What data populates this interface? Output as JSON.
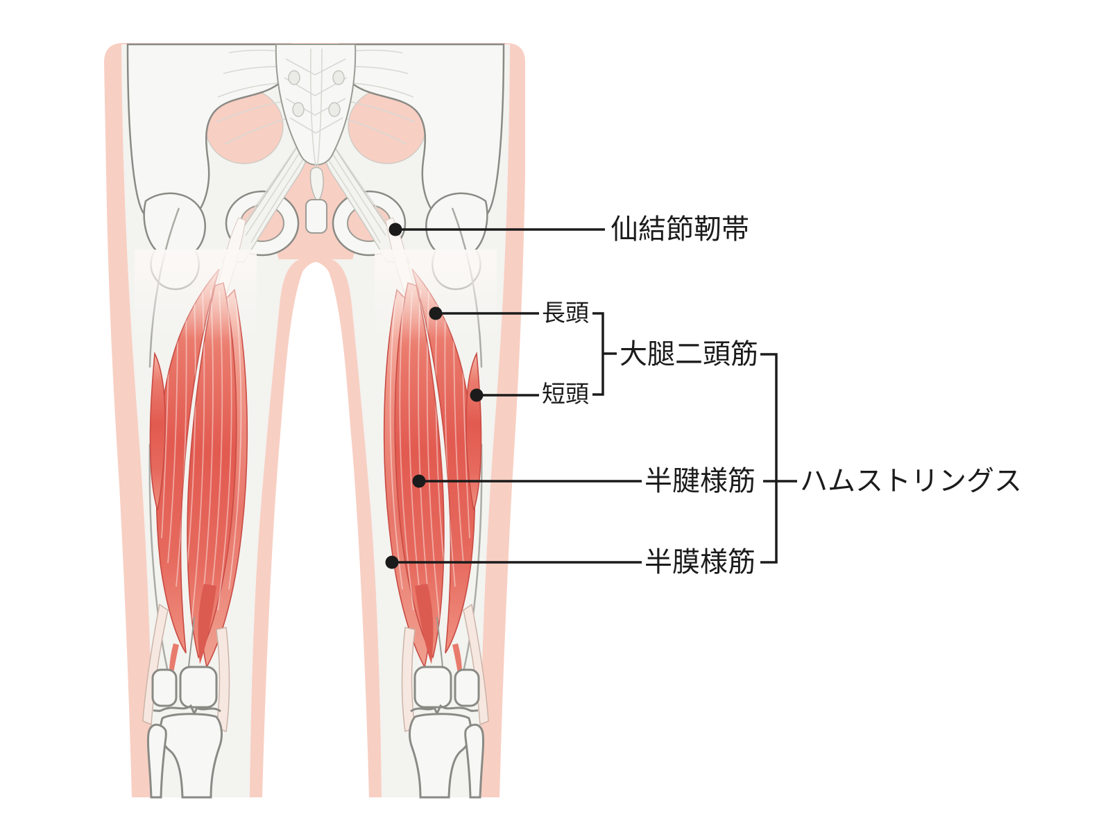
{
  "diagram": {
    "labels": {
      "sacrotuberous_ligament": "仙結節靭帯",
      "long_head": "長頭",
      "short_head": "短頭",
      "biceps_femoris": "大腿二頭筋",
      "semitendinosus": "半腱様筋",
      "semimembranosus": "半膜様筋",
      "hamstrings": "ハムストリングス"
    },
    "colors": {
      "background": "#ffffff",
      "skin": "#f8cfc3",
      "dissection_window": "#f3f3f0",
      "bone_fill": "#f7f7f5",
      "bone_outline": "#8a8a85",
      "muscle_red": "#e25a50",
      "muscle_light": "#f0a090",
      "tendon": "#f6e8e1",
      "annotation": "#1b1b1b"
    }
  }
}
